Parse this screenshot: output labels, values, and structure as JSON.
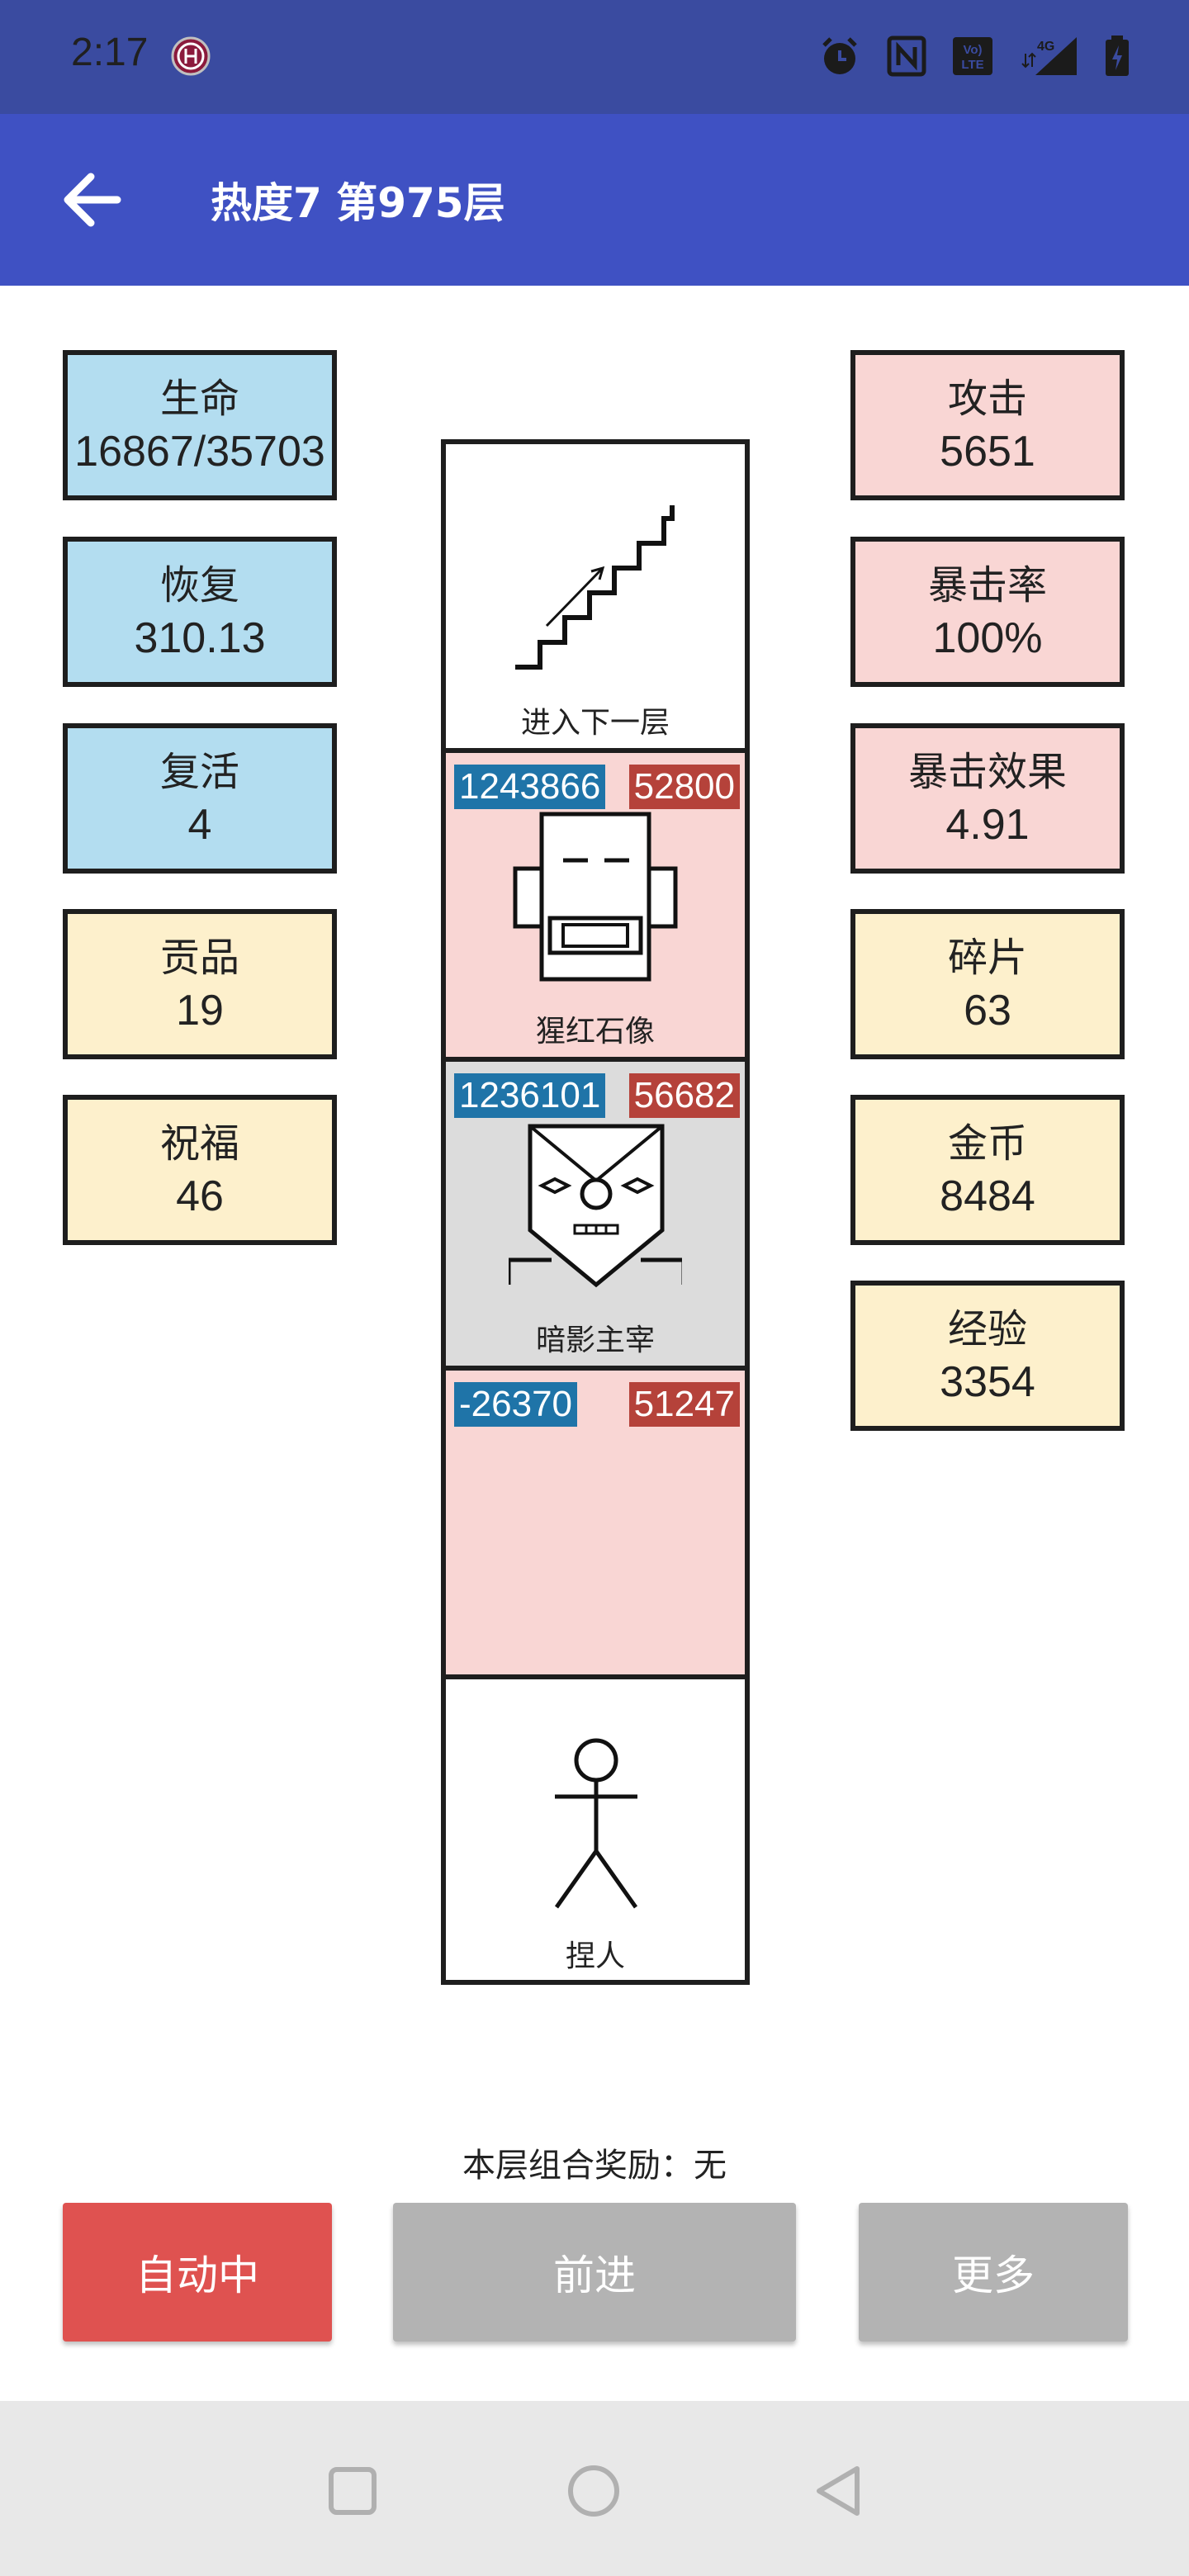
{
  "status": {
    "time": "2:17"
  },
  "app_bar": {
    "title": "热度7 第975层"
  },
  "left_stats": [
    {
      "label": "生命",
      "value": "16867/35703",
      "color": "blue"
    },
    {
      "label": "恢复",
      "value": "310.13",
      "color": "blue"
    },
    {
      "label": "复活",
      "value": "4",
      "color": "blue"
    },
    {
      "label": "贡品",
      "value": "19",
      "color": "yellow"
    },
    {
      "label": "祝福",
      "value": "46",
      "color": "yellow"
    }
  ],
  "right_stats": [
    {
      "label": "攻击",
      "value": "5651",
      "color": "pink"
    },
    {
      "label": "暴击率",
      "value": "100%",
      "color": "pink"
    },
    {
      "label": "暴击效果",
      "value": "4.91",
      "color": "pink"
    },
    {
      "label": "碎片",
      "value": "63",
      "color": "yellow"
    },
    {
      "label": "金币",
      "value": "8484",
      "color": "yellow"
    },
    {
      "label": "经验",
      "value": "3354",
      "color": "yellow"
    }
  ],
  "tower": {
    "stairs": {
      "label": "进入下一层",
      "icon": "stairs-icon"
    },
    "enemy1": {
      "label": "猩红石像",
      "hp": "1243866",
      "atk": "52800",
      "icon": "stone-statue-icon"
    },
    "enemy2": {
      "label": "暗影主宰",
      "hp": "1236101",
      "atk": "56682",
      "icon": "shadow-lord-icon"
    },
    "empty": {
      "hp": "-26370",
      "atk": "51247"
    },
    "player": {
      "label": "捏人",
      "icon": "stick-figure-icon"
    }
  },
  "footer": {
    "reward_text": "本层组合奖励：无",
    "auto_label": "自动中",
    "forward_label": "前进",
    "more_label": "更多"
  },
  "colors": {
    "app_bar": "#3f51c3",
    "status_bar": "#3a4ba0",
    "stat_blue": "#b3ddf0",
    "stat_pink": "#f9d6d4",
    "stat_yellow": "#fdf0cc",
    "auto_button": "#df5250",
    "grey_button": "#b3b3b3"
  }
}
